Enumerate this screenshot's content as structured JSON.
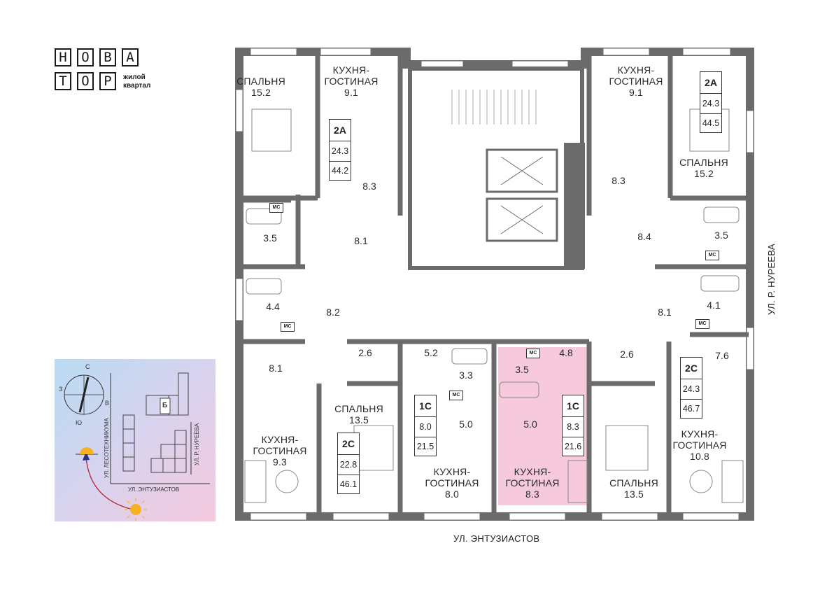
{
  "logo": {
    "row1": [
      "Н",
      "О",
      "В",
      "А"
    ],
    "row2": [
      "Т",
      "О",
      "Р"
    ],
    "sub_line1": "жилой",
    "sub_line2": "квартал"
  },
  "streets": {
    "bottom": "УЛ. ЭНТУЗИАСТОВ",
    "right": "УЛ. Р. НУРЕЕВА"
  },
  "inset": {
    "compass": {
      "n": "С",
      "s": "Ю",
      "e": "В",
      "w": "З"
    },
    "building": "Б",
    "street_left": "УЛ. ЛЕСОТЕХНИКУМА",
    "street_right": "УЛ. Р. НУРЕЕВА",
    "street_bottom": "УЛ. ЭНТУЗИАСТОВ"
  },
  "apartments": [
    {
      "id": "tl",
      "type": "2А",
      "living": "24.3",
      "total": "44.2"
    },
    {
      "id": "tr",
      "type": "2А",
      "living": "24.3",
      "total": "44.5"
    },
    {
      "id": "ml",
      "type": "2С",
      "living": "22.8",
      "total": "46.1"
    },
    {
      "id": "mc",
      "type": "1С",
      "living": "8.0",
      "total": "21.5"
    },
    {
      "id": "hl",
      "type": "1С",
      "living": "8.3",
      "total": "21.6",
      "highlighted": true
    },
    {
      "id": "mr",
      "type": "2С",
      "living": "24.3",
      "total": "46.7"
    }
  ],
  "rooms": {
    "r1": {
      "name": "СПАЛЬНЯ",
      "area": "15.2"
    },
    "r2": {
      "name": "КУХНЯ-\nГОСТИНАЯ",
      "area": "9.1"
    },
    "r3": {
      "area": "8.3"
    },
    "r4": {
      "area": "3.5"
    },
    "r5": {
      "area": "8.1"
    },
    "r6": {
      "name": "КУХНЯ-\nГОСТИНАЯ",
      "area": "9.1"
    },
    "r7": {
      "name": "СПАЛЬНЯ",
      "area": "15.2"
    },
    "r8": {
      "area": "8.3"
    },
    "r9": {
      "area": "8.4"
    },
    "r10": {
      "area": "3.5"
    },
    "r11": {
      "area": "4.4"
    },
    "r12": {
      "area": "8.2"
    },
    "r13": {
      "area": "8.1"
    },
    "r14": {
      "area": "4.1"
    },
    "r15": {
      "area": "2.6"
    },
    "r16": {
      "area": "5.2"
    },
    "r17": {
      "area": "3.3"
    },
    "r18": {
      "area": "3.5"
    },
    "r19": {
      "area": "4.8"
    },
    "r20": {
      "area": "2.6"
    },
    "r21": {
      "area": "8.1"
    },
    "r22": {
      "area": "7.6"
    },
    "r23": {
      "name": "СПАЛЬНЯ",
      "area": "13.5"
    },
    "r24": {
      "area": "5.0"
    },
    "r25": {
      "area": "5.0"
    },
    "r26": {
      "name": "КУХНЯ-\nГОСТИНАЯ",
      "area": "9.3"
    },
    "r27": {
      "name": "КУХНЯ-\nГОСТИНАЯ",
      "area": "8.0"
    },
    "r28": {
      "name": "КУХНЯ-\nГОСТИНАЯ",
      "area": "8.3"
    },
    "r29": {
      "name": "СПАЛЬНЯ",
      "area": "13.5"
    },
    "r30": {
      "name": "КУХНЯ-\nГОСТИНАЯ",
      "area": "10.8"
    }
  },
  "ms_label": "МС",
  "colors": {
    "wall": "#6b6b6b",
    "highlight": "#f7c9dc",
    "inset_gradient_start": "#b6d9f2",
    "inset_gradient_end": "#f4c6dd",
    "arrow": "#2b2f86",
    "sun": "#f5b223"
  }
}
